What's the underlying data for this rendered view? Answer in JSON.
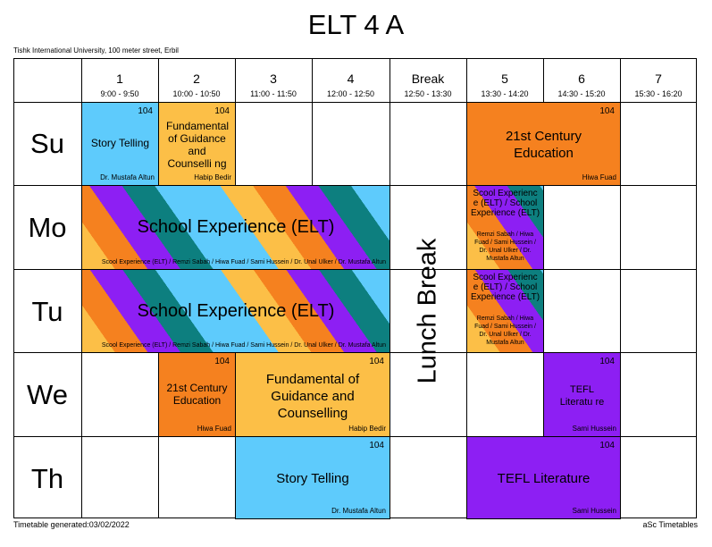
{
  "title": "ELT 4 A",
  "institution": "Tishk International University, 100 meter street, Erbil",
  "colors": {
    "blue": "#5ecbfc",
    "yellow": "#fcbf47",
    "orange": "#f5811f",
    "purple": "#8d1ff3",
    "teal": "#0d7f7f"
  },
  "periods": [
    {
      "num": "1",
      "time": "9:00 - 9:50"
    },
    {
      "num": "2",
      "time": "10:00 - 10:50"
    },
    {
      "num": "3",
      "time": "11:00 - 11:50"
    },
    {
      "num": "4",
      "time": "12:00 - 12:50"
    },
    {
      "num": "Break",
      "time": "12:50 - 13:30"
    },
    {
      "num": "5",
      "time": "13:30 - 14:20"
    },
    {
      "num": "6",
      "time": "14:30 - 15:20"
    },
    {
      "num": "7",
      "time": "15:30 - 16:20"
    }
  ],
  "days": [
    "Su",
    "Mo",
    "Tu",
    "We",
    "Th"
  ],
  "lunch": "Lunch Break",
  "lessons": {
    "su_story": {
      "room": "104",
      "subject": "Story Telling",
      "teacher": "Dr. Mustafa Altun"
    },
    "su_guidance": {
      "room": "104",
      "subject": "Fundamental of Guidance and Counselli ng",
      "teacher": "Habip Bedir"
    },
    "su_century": {
      "room": "104",
      "subject": "21st Century Education",
      "teacher": "Hiwa Fuad"
    },
    "mo_school": {
      "subject": "School Experience (ELT)",
      "teacher": "Scool Experience (ELT) / Remzi Sabah / Hiwa Fuad / Sami Hussein / Dr. Unal Ulker / Dr. Mustafa Altun"
    },
    "mo_school_small": {
      "subject": "Scool Experienc e (ELT) / School Experience (ELT)",
      "teacher": "Remzi Sabah / Hiwa Fuad / Sami Hussein / Dr. Unal Ulker / Dr. Mustafa Altun"
    },
    "tu_school": {
      "subject": "School Experience (ELT)",
      "teacher": "Scool Experience (ELT) / Remzi Sabah / Hiwa Fuad / Sami Hussein / Dr. Unal Ulker / Dr. Mustafa Altun"
    },
    "tu_school_small": {
      "subject": "Scool Experienc e (ELT) / School Experience (ELT)",
      "teacher": "Remzi Sabah / Hiwa Fuad / Sami Hussein / Dr. Unal Ulker / Dr. Mustafa Altun"
    },
    "we_century": {
      "room": "104",
      "subject": "21st Century Education",
      "teacher": "Hiwa Fuad"
    },
    "we_guidance": {
      "room": "104",
      "subject": "Fundamental of Guidance and Counselling",
      "teacher": "Habip Bedir"
    },
    "we_tefl": {
      "room": "104",
      "subject": "TEFL Literatu re",
      "teacher": "Sami Hussein"
    },
    "th_story": {
      "room": "104",
      "subject": "Story Telling",
      "teacher": "Dr. Mustafa Altun"
    },
    "th_tefl": {
      "room": "104",
      "subject": "TEFL Literature",
      "teacher": "Sami Hussein"
    }
  },
  "footer": {
    "generated": "Timetable generated:03/02/2022",
    "brand": "aSc Timetables"
  }
}
